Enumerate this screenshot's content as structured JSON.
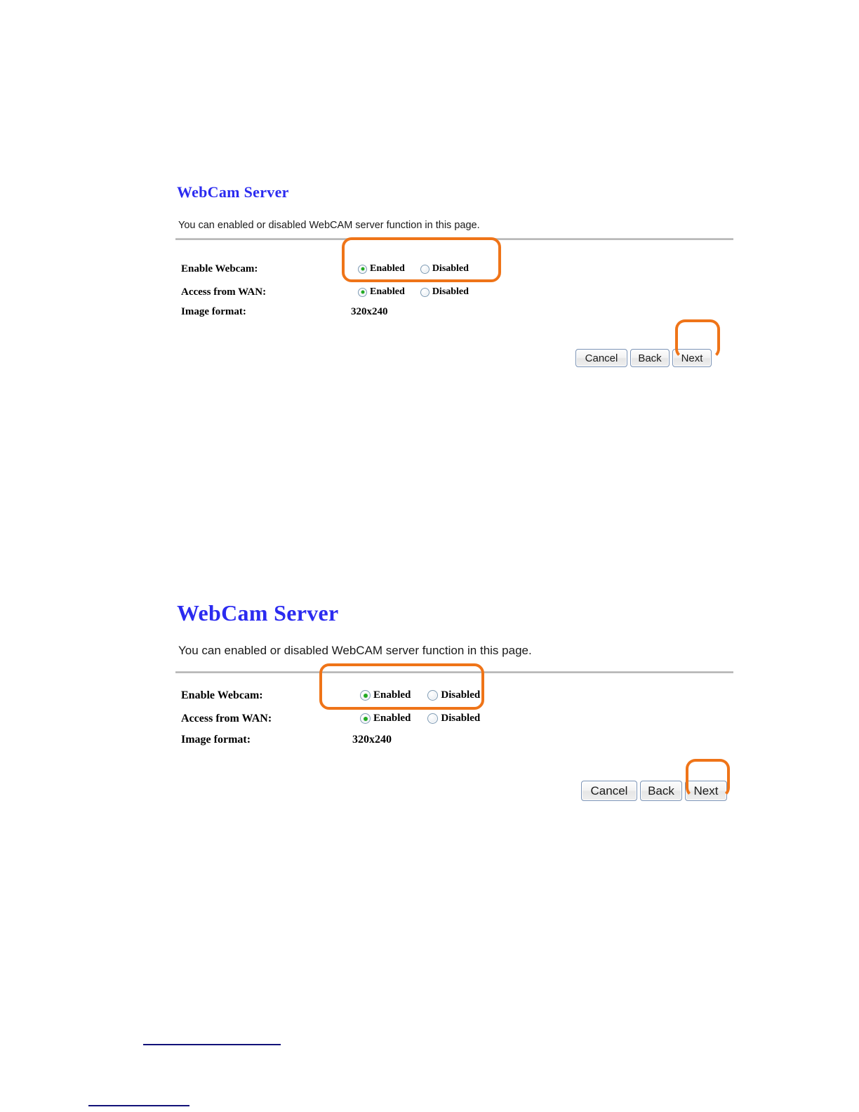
{
  "colors": {
    "title": "#2b2bf0",
    "callout": "#ef7418",
    "radio_on": "#22aa22",
    "footnote_rule": "#121279",
    "rule": "#b9b9b9"
  },
  "screens": [
    {
      "title": "WebCam Server",
      "description": "You can enabled or disabled WebCAM server function in this page.",
      "fields": [
        {
          "label": "Enable Webcam:",
          "type": "radio",
          "options": [
            {
              "label": "Enabled",
              "selected": true
            },
            {
              "label": "Disabled",
              "selected": false
            }
          ]
        },
        {
          "label": "Access from WAN:",
          "type": "radio",
          "options": [
            {
              "label": "Enabled",
              "selected": true
            },
            {
              "label": "Disabled",
              "selected": false
            }
          ]
        },
        {
          "label": "Image format:",
          "type": "static",
          "value": "320x240"
        }
      ],
      "buttons": [
        {
          "label": "Cancel",
          "name": "cancel-button"
        },
        {
          "label": "Back",
          "name": "back-button"
        },
        {
          "label": "Next",
          "name": "next-button"
        }
      ],
      "annotations": [
        {
          "name": "enable-webcam-radio-highlight"
        },
        {
          "name": "next-button-highlight"
        }
      ]
    },
    {
      "title": "WebCam Server",
      "description": "You can enabled or disabled WebCAM server function in this page.",
      "fields": [
        {
          "label": "Enable Webcam:",
          "type": "radio",
          "options": [
            {
              "label": "Enabled",
              "selected": true
            },
            {
              "label": "Disabled",
              "selected": false
            }
          ]
        },
        {
          "label": "Access from WAN:",
          "type": "radio",
          "options": [
            {
              "label": "Enabled",
              "selected": true
            },
            {
              "label": "Disabled",
              "selected": false
            }
          ]
        },
        {
          "label": "Image format:",
          "type": "static",
          "value": "320x240"
        }
      ],
      "buttons": [
        {
          "label": "Cancel",
          "name": "cancel-button"
        },
        {
          "label": "Back",
          "name": "back-button"
        },
        {
          "label": "Next",
          "name": "next-button"
        }
      ],
      "annotations": [
        {
          "name": "enable-webcam-radio-highlight"
        },
        {
          "name": "next-button-highlight"
        }
      ]
    }
  ],
  "footnotes": [
    {
      "text": ""
    },
    {
      "text": ""
    }
  ]
}
